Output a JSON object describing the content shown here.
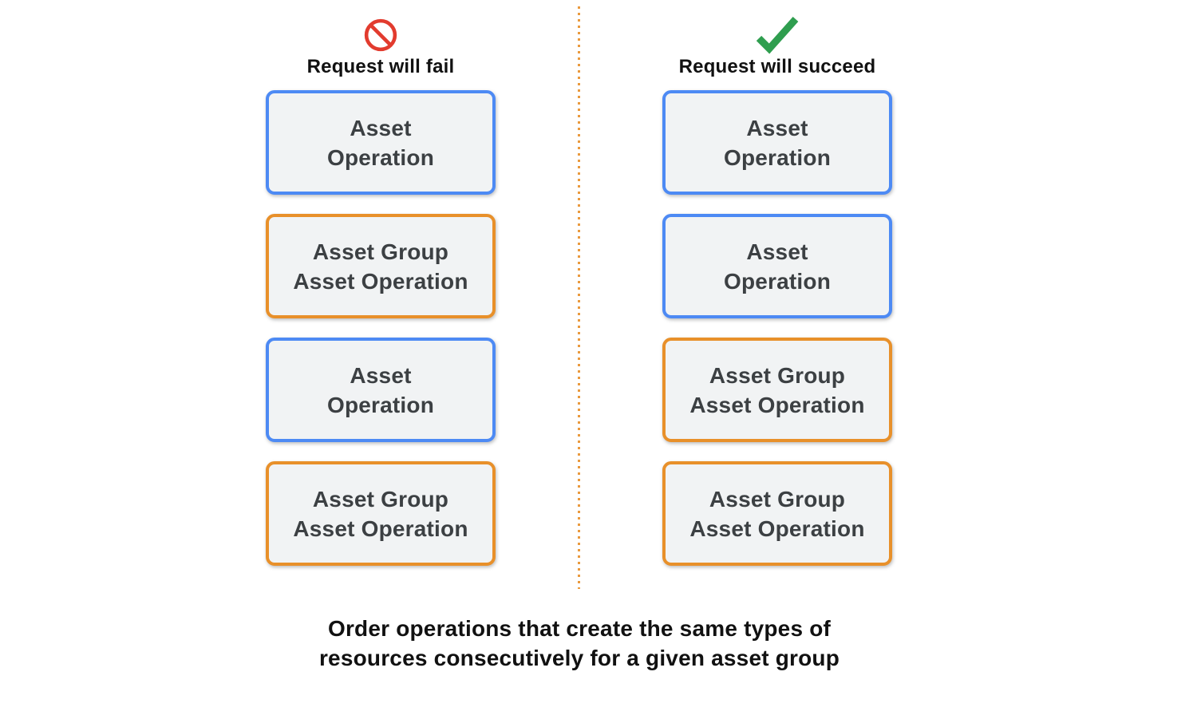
{
  "columns": [
    {
      "id": "fail",
      "icon": "prohibition-icon",
      "title": "Request will fail",
      "boxes": [
        {
          "type": "asset",
          "label": "Asset\nOperation"
        },
        {
          "type": "asset-group",
          "label": "Asset Group\nAsset Operation"
        },
        {
          "type": "asset",
          "label": "Asset\nOperation"
        },
        {
          "type": "asset-group",
          "label": "Asset Group\nAsset Operation"
        }
      ]
    },
    {
      "id": "succeed",
      "icon": "checkmark-icon",
      "title": "Request will succeed",
      "boxes": [
        {
          "type": "asset",
          "label": "Asset\nOperation"
        },
        {
          "type": "asset",
          "label": "Asset\nOperation"
        },
        {
          "type": "asset-group",
          "label": "Asset Group\nAsset Operation"
        },
        {
          "type": "asset-group",
          "label": "Asset Group\nAsset Operation"
        }
      ]
    }
  ],
  "caption": "Order operations that create the same types of\nresources consecutively for a given asset group",
  "colors": {
    "blue": "#4d8af4",
    "orange": "#e8902a",
    "red": "#e23b2e",
    "green": "#2f9e4f",
    "divider": "#ea9a3e",
    "boxbg": "#f1f3f4",
    "boxtext": "#3c4043",
    "heading": "#111111"
  }
}
